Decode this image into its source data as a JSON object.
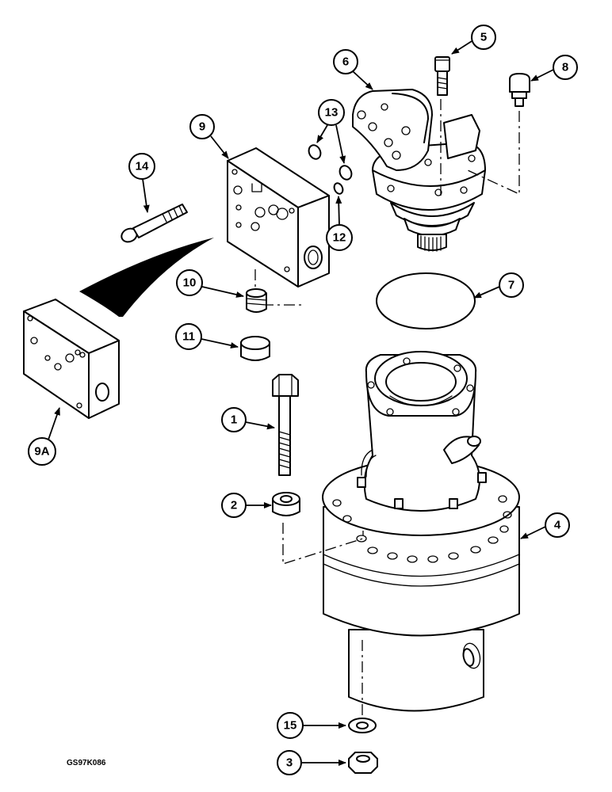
{
  "callouts": {
    "c1": "1",
    "c2": "2",
    "c3": "3",
    "c4": "4",
    "c5": "5",
    "c6": "6",
    "c7": "7",
    "c8": "8",
    "c9": "9",
    "c9a": "9A",
    "c10": "10",
    "c11": "11",
    "c12": "12",
    "c13": "13",
    "c14": "14",
    "c15": "15"
  },
  "figure_code": "GS97K086"
}
